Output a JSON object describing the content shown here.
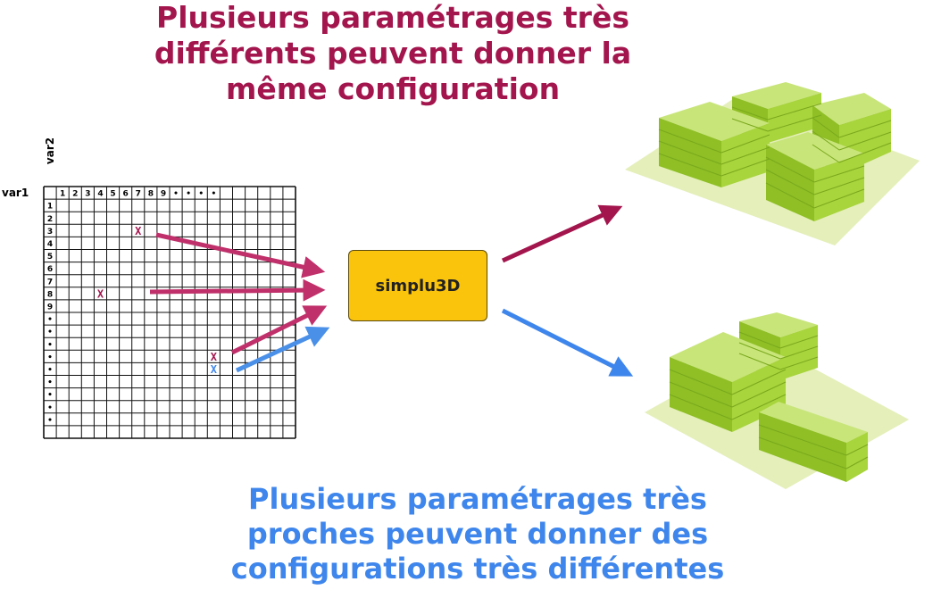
{
  "title_top": {
    "line1": "Plusieurs paramétrages très",
    "line2": "différents peuvent donner la",
    "line3": "même configuration"
  },
  "title_bottom": {
    "line1": "Plusieurs paramétrages très",
    "line2": "proches peuvent donner des",
    "line3": "configurations très différentes"
  },
  "grid": {
    "var1_label": "var1",
    "var2_label": "var2",
    "column_headers": [
      "1",
      "2",
      "3",
      "4",
      "5",
      "6",
      "7",
      "8",
      "9",
      "•",
      "•",
      "•",
      "•"
    ],
    "row_headers": [
      "1",
      "2",
      "3",
      "4",
      "5",
      "6",
      "7",
      "8",
      "9",
      "•",
      "•",
      "•",
      "•",
      "•",
      "•",
      "•",
      "•",
      "•"
    ],
    "markers": [
      {
        "row": "3",
        "col": "7",
        "symbol": "X",
        "color": "#a3154d"
      },
      {
        "row": "8",
        "col": "4",
        "symbol": "X",
        "color": "#a3154d"
      },
      {
        "row": "13",
        "col": "13",
        "symbol": "X",
        "color": "#a3154d"
      },
      {
        "row": "14",
        "col": "13",
        "symbol": "X",
        "color": "#3f86ec"
      }
    ]
  },
  "process": {
    "label": "simplu3D"
  },
  "colors": {
    "different": "#a3154d",
    "close": "#3f86ec",
    "arrow_pink": "#c0306a",
    "box": "#fac30c",
    "building": "#a5d23a",
    "ground": "#e4efba"
  }
}
